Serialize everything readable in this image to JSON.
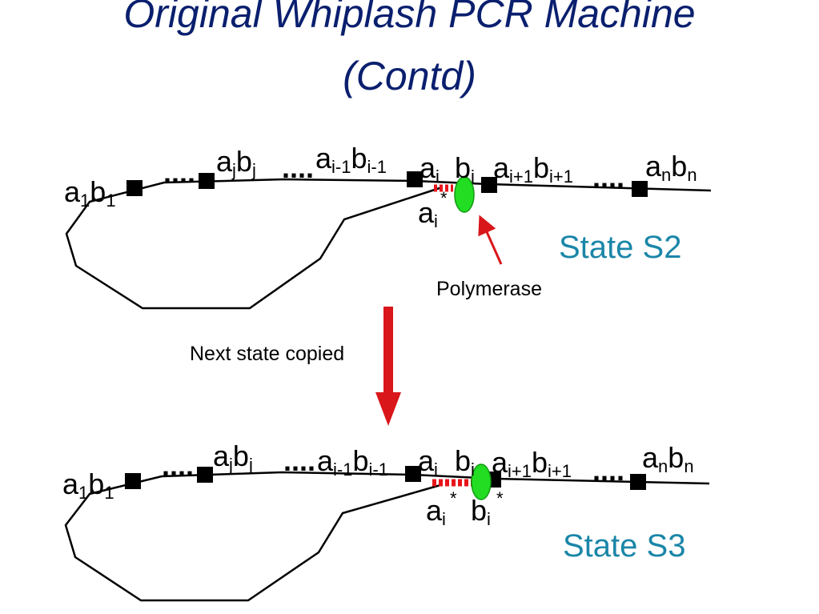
{
  "slide": {
    "title_line1": "Original Whiplash PCR Machine",
    "title_line2": "(Contd)"
  },
  "colors": {
    "title": "#0a1f6e",
    "state_label": "#1a86a8",
    "arrow": "#d9161a",
    "polymerase": "#22dd22",
    "primer": "#e8141a"
  },
  "labels": {
    "a": "a",
    "b": "b",
    "dots": "....",
    "sub_1": "1",
    "sub_j": "j",
    "sub_i_minus_1": "i-1",
    "sub_i": "i",
    "sub_i_plus_1": "i+1",
    "sub_n": "n",
    "star": "*"
  },
  "state_s2": {
    "name": "State S2",
    "polymerase_label": "Polymerase"
  },
  "transition": {
    "label": "Next state copied"
  },
  "state_s3": {
    "name": "State S3"
  }
}
